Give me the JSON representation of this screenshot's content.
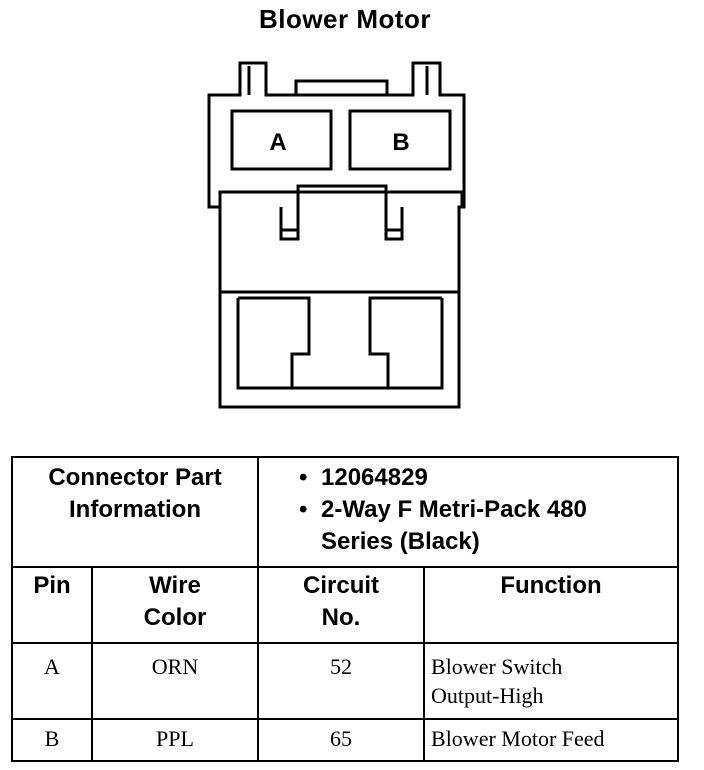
{
  "diagram": {
    "title": "Blower Motor",
    "cavity_labels": [
      "A",
      "B"
    ]
  },
  "connector_info": {
    "label_line1": "Connector Part",
    "label_line2": "Information",
    "bullet_char": "•",
    "part_number": "12064829",
    "description_line1": "2-Way F Metri-Pack 480",
    "description_line2": "Series (Black)"
  },
  "table": {
    "headers": {
      "pin": "Pin",
      "wire_color_line1": "Wire",
      "wire_color_line2": "Color",
      "circuit_line1": "Circuit",
      "circuit_line2": "No.",
      "function": "Function"
    },
    "rows": [
      {
        "pin": "A",
        "wire_color": "ORN",
        "circuit": "52",
        "function_line1": "Blower Switch",
        "function_line2": "Output-High"
      },
      {
        "pin": "B",
        "wire_color": "PPL",
        "circuit": "65",
        "function_line1": "Blower Motor Feed",
        "function_line2": ""
      }
    ]
  }
}
